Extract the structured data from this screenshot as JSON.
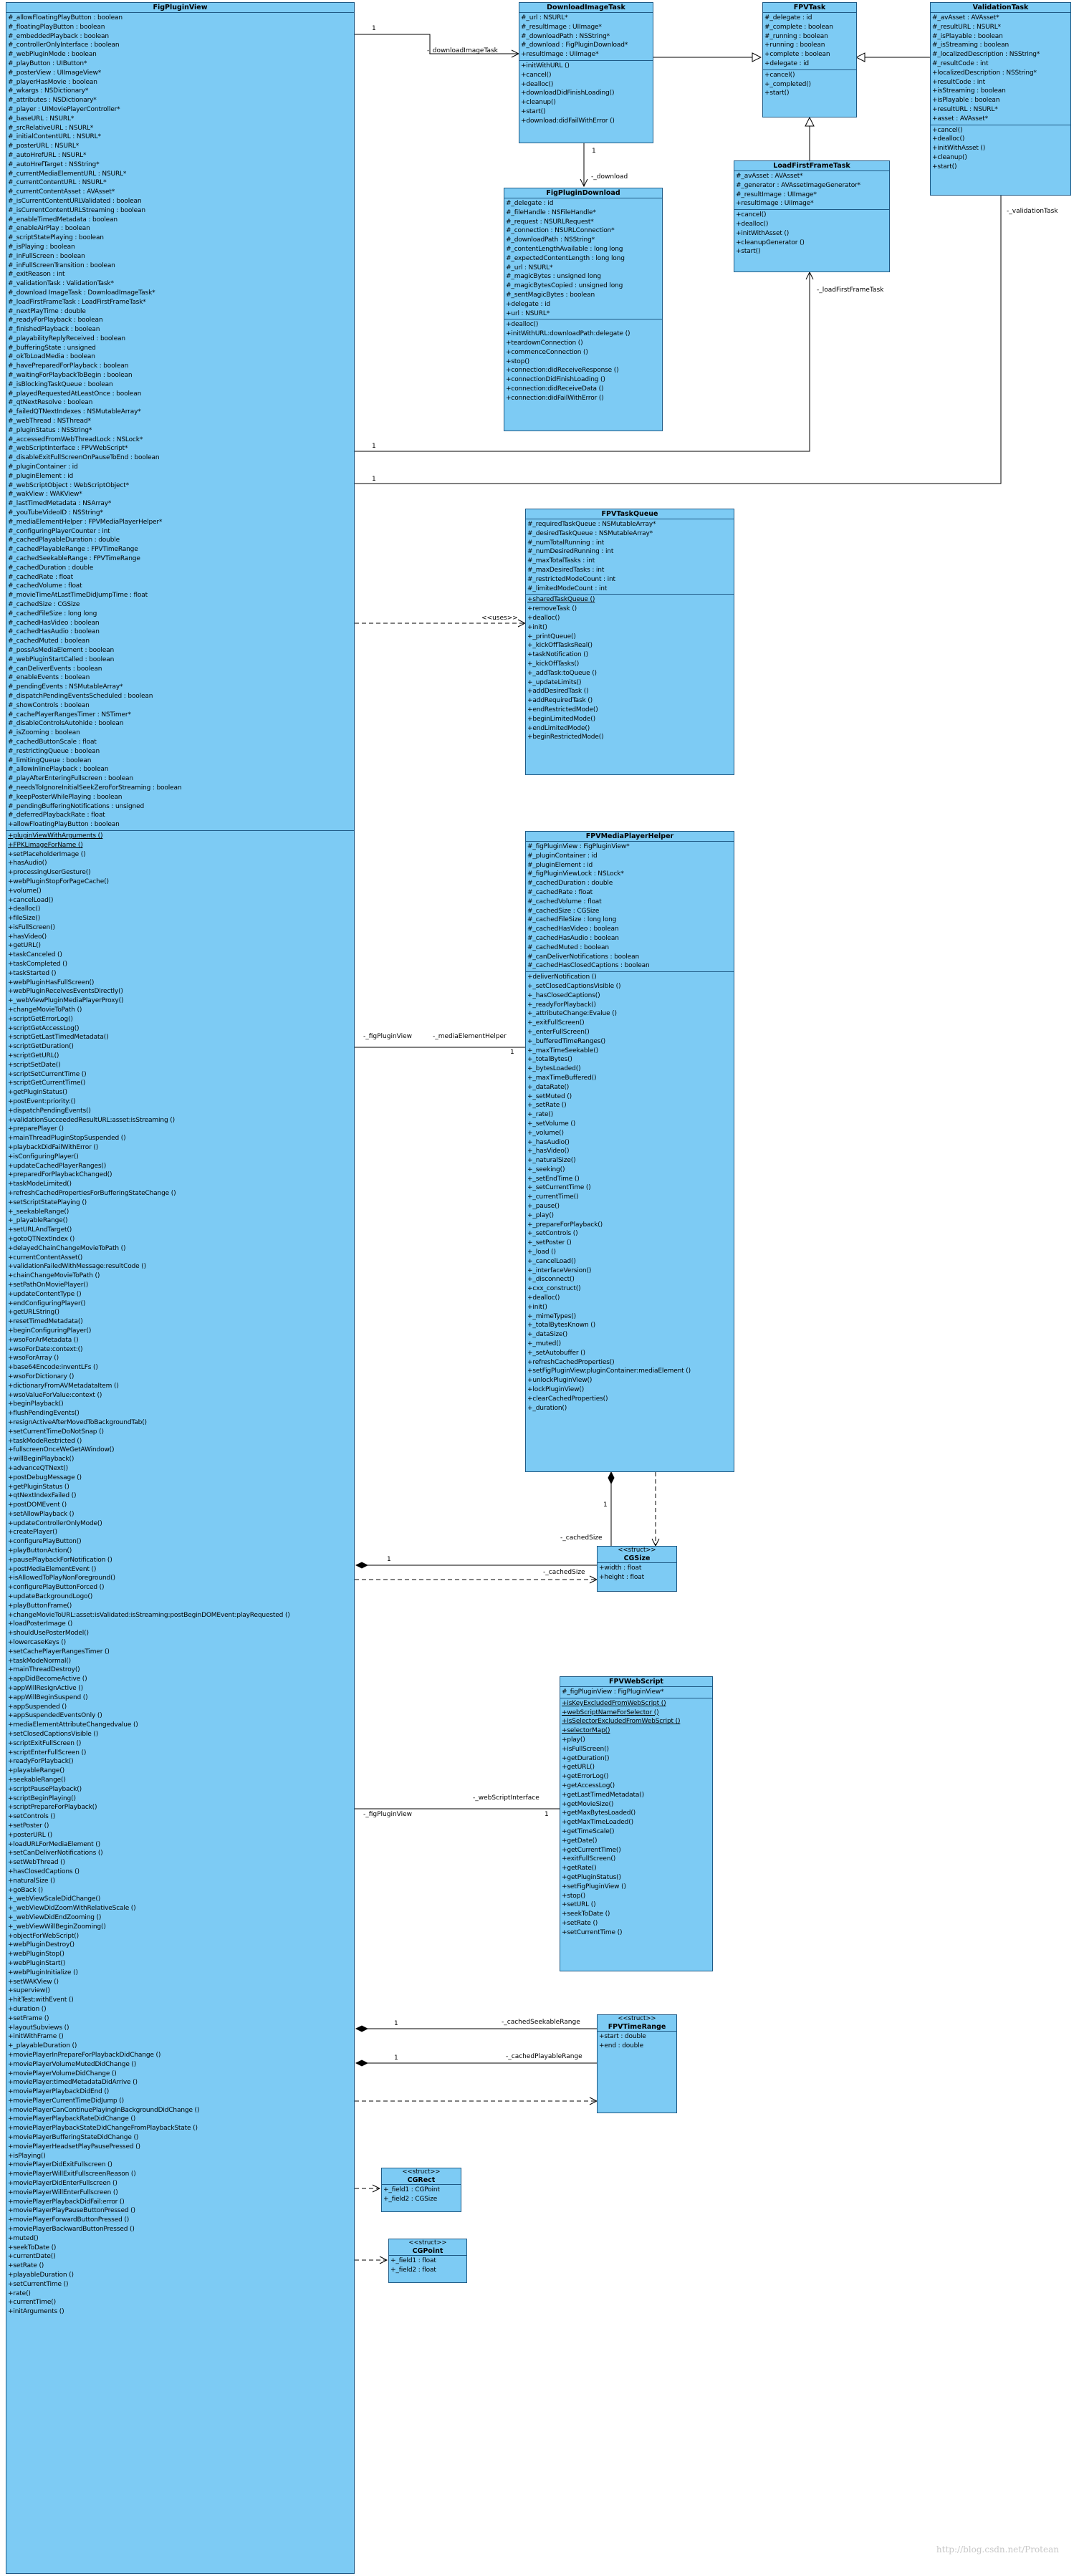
{
  "watermark": "http://blog.csdn.net/Protean",
  "classes": {
    "FigPluginView": {
      "title": "FigPluginView",
      "attributes": [
        "#_allowFloatingPlayButton : boolean",
        "#_floatingPlayButton : boolean",
        "#_embeddedPlayback : boolean",
        "#_controllerOnlyInterface : boolean",
        "#_webPluginMode : boolean",
        "#_playButton : UIButton*",
        "#_posterView : UIImageView*",
        "#_playerHasMovie : boolean",
        "#_wkargs : NSDictionary*",
        "#_attributes : NSDictionary*",
        "#_player : UIMoviePlayerController*",
        "#_baseURL : NSURL*",
        "#_srcRelativeURL : NSURL*",
        "#_initialContentURL : NSURL*",
        "#_posterURL : NSURL*",
        "#_autoHrefURL : NSURL*",
        "#_autoHrefTarget : NSString*",
        "#_currentMediaElementURL : NSURL*",
        "#_currentContentURL : NSURL*",
        "#_currentContentAsset : AVAsset*",
        "#_isCurrentContentURLValidated : boolean",
        "#_isCurrentContentURLStreaming : boolean",
        "#_enableTimedMetadata : boolean",
        "#_enableAirPlay : boolean",
        "#_scriptStatePlaying : boolean",
        "#_isPlaying : boolean",
        "#_inFullScreen : boolean",
        "#_inFullScreenTransition : boolean",
        "#_exitReason : int",
        "#_validationTask : ValidationTask*",
        "#_download ImageTask : DownloadImageTask*",
        "#_loadFirstFrameTask : LoadFirstFrameTask*",
        "#_nextPlayTime : double",
        "#_readyForPlayback : boolean",
        "#_finishedPlayback : boolean",
        "#_playabilityReplyReceived : boolean",
        "#_bufferingState : unsigned",
        "#_okToLoadMedia : boolean",
        "#_havePreparedForPlayback : boolean",
        "#_waitingForPlaybackToBegin : boolean",
        "#_isBlockingTaskQueue : boolean",
        "#_playedRequestedAtLeastOnce : boolean",
        "#_qtNextResolve : boolean",
        "#_failedQTNextIndexes : NSMutableArray*",
        "#_webThread : NSThread*",
        "#_pluginStatus : NSString*",
        "#_accessedFromWebThreadLock : NSLock*",
        "#_webScriptInterface : FPVWebScript*",
        "#_disableExitFullScreenOnPauseToEnd : boolean",
        "#_pluginContainer : id",
        "#_pluginElement : id",
        "#_webScriptObject : WebScriptObject*",
        "#_wakView : WAKView*",
        "#_lastTimedMetadata : NSArray*",
        "#_youTubeVideoID : NSString*",
        "#_mediaElementHelper : FPVMediaPlayerHelper*",
        "#_configuringPlayerCounter : int",
        "#_cachedPlayableDuration : double",
        "#_cachedPlayableRange : FPVTimeRange",
        "#_cachedSeekableRange : FPVTimeRange",
        "#_cachedDuration : double",
        "#_cachedRate : float",
        "#_cachedVolume : float",
        "#_movieTimeAtLastTimeDidJumpTime : float",
        "#_cachedSize : CGSize",
        "#_cachedFileSize : long long",
        "#_cachedHasVideo : boolean",
        "#_cachedHasAudio : boolean",
        "#_cachedMuted : boolean",
        "#_possAsMediaElement : boolean",
        "#_webPluginStartCalled : boolean",
        "#_canDeliverEvents : boolean",
        "#_enableEvents : boolean",
        "#_pendingEvents : NSMutableArray*",
        "#_dispatchPendingEventsScheduled : boolean",
        "#_showControls : boolean",
        "#_cachePlayerRangesTimer : NSTimer*",
        "#_disableControlsAutohide : boolean",
        "#_isZooming : boolean",
        "#_cachedButtonScale : float",
        "#_restrictingQueue : boolean",
        "#_limitingQueue : boolean",
        "#_allowInlinePlayback : boolean",
        "#_playAfterEnteringFullscreen : boolean",
        "#_needsToIgnoreInitialSeekZeroForStreaming : boolean",
        "#_keepPosterWhilePlaying : boolean",
        "#_pendingBufferingNotifications : unsigned",
        "#_deferredPlaybackRate : float",
        "+allowFloatingPlayButton : boolean"
      ],
      "static_methods": [
        "+pluginViewWithArguments ()",
        "+FPKLimageForName ()"
      ],
      "methods": [
        "+setPlaceholderImage ()",
        "+hasAudio()",
        "+processingUserGesture()",
        "+webPluginStopForPageCache()",
        "+volume()",
        "+cancelLoad()",
        "+dealloc()",
        "+fileSize()",
        "+isFullScreen()",
        "+hasVideo()",
        "+getURL()",
        "+taskCanceled ()",
        "+taskCompleted ()",
        "+taskStarted ()",
        "+webPluginHasFullScreen()",
        "+webPluginReceivesEventsDirectly()",
        "+_webViewPluginMediaPlayerProxy()",
        "+changeMovieToPath ()",
        "+scriptGetErrorLog()",
        "+scriptGetAccessLog()",
        "+scriptGetLastTimedMetadata()",
        "+scriptGetDuration()",
        "+scriptGetURL()",
        "+scriptSetDate()",
        "+scriptSetCurrentTime ()",
        "+scriptGetCurrentTime()",
        "+getPluginStatus()",
        "+postEvent:priority:()",
        "+dispatchPendingEvents()",
        "+validationSucceededResultURL:asset:isStreaming ()",
        "+preparePlayer ()",
        "+mainThreadPluginStopSuspended ()",
        "+playbackDidFailWithError ()",
        "+isConfiguringPlayer()",
        "+updateCachedPlayerRanges()",
        "+preparedForPlaybackChanged()",
        "+taskModeLimited()",
        "+refreshCachedPropertiesForBufferingStateChange ()",
        "+setScriptStatePlaying ()",
        "+_seekableRange()",
        "+_playableRange()",
        "+setURLAndTarget()",
        "+gotoQTNextIndex ()",
        "+delayedChainChangeMovieToPath ()",
        "+currentContentAsset()",
        "+validationFailedWithMessage:resultCode ()",
        "+chainChangeMovieToPath ()",
        "+setPathOnMoviePlayer()",
        "+updateContentType ()",
        "+endConfiguringPlayer()",
        "+getURLString()",
        "+resetTimedMetadata()",
        "+beginConfiguringPlayer()",
        "+wsoForArMetadata ()",
        "+wsoForDate:context:()",
        "+wsoForArray ()",
        "+base64Encode:inventLFs ()",
        "+wsoForDictionary ()",
        "+dictionaryFromAVMetadataItem ()",
        "+wsoValueForValue:context ()",
        "+beginPlayback()",
        "+flushPendingEvents()",
        "+resignActiveAfterMovedToBackgroundTab()",
        "+setCurrentTimeDoNotSnap ()",
        "+taskModeRestricted ()",
        "+fullscreenOnceWeGetAWindow()",
        "+willBeginPlayback()",
        "+advanceQTNext()",
        "+postDebugMessage ()",
        "+getPluginStatus ()",
        "+qtNextIndexFailed ()",
        "+postDOMEvent ()",
        "+setAllowPlayback ()",
        "+updateControllerOnlyMode()",
        "+createPlayer()",
        "+configurePlayButton()",
        "+playButtonAction()",
        "+pausePlaybackForNotification ()",
        "+postMediaElementEvent ()",
        "+isAllowedToPlayNonForeground()",
        "+configurePlayButtonForced ()",
        "+updateBackgroundLogo()",
        "+playButtonFrame()",
        "+changeMovieToURL:asset:isValidated:isStreaming:postBeginDOMEvent:playRequested ()",
        "+loadPosterImage ()",
        "+shouldUsePosterModel()",
        "+lowercaseKeys ()",
        "+setCachePlayerRangesTimer ()",
        "+taskModeNormal()",
        "+mainThreadDestroy()",
        "+appDidBecomeActive ()",
        "+appWillResignActive ()",
        "+appWillBeginSuspend ()",
        "+appSuspended ()",
        "+appSuspendedEventsOnly ()",
        "+mediaElementAttributeChangedvalue ()",
        "+setClosedCaptionsVisible ()",
        "+scriptExitFullScreen ()",
        "+scriptEnterFullScreen ()",
        "+readyForPlayback()",
        "+playableRange()",
        "+seekableRange()",
        "+scriptPausePlayback()",
        "+scriptBeginPlaying()",
        "+scriptPrepareForPlayback()",
        "+setControls ()",
        "+setPoster ()",
        "+posterURL ()",
        "+loadURLForMediaElement ()",
        "+setCanDeliverNotifications ()",
        "+setWebThread ()",
        "+hasClosedCaptions ()",
        "+naturalSize ()",
        "+goBack ()",
        "+_webViewScaleDidChange()",
        "+_webViewDidZoomWithRelativeScale ()",
        "+_webViewDidEndZooming ()",
        "+_webViewWillBeginZooming()",
        "+objectForWebScript()",
        "+webPluginDestroy()",
        "+webPluginStop()",
        "+webPluginStart()",
        "+webPluginInitialize ()",
        "+setWAKView ()",
        "+superview()",
        "+hitTest:withEvent ()",
        "+duration ()",
        "+setFrame ()",
        "+layoutSubviews ()",
        "+initWithFrame ()",
        "+_playableDuration ()",
        "+moviePlayerInPrepareForPlaybackDidChange ()",
        "+moviePlayerVolumeMutedDidChange ()",
        "+moviePlayerVolumeDidChange ()",
        "+moviePlayer:timedMetadataDidArrive ()",
        "+moviePlayerPlaybackDidEnd ()",
        "+moviePlayerCurrentTimeDidJump ()",
        "+moviePlayerCanContinuePlayingInBackgroundDidChange ()",
        "+moviePlayerPlaybackRateDidChange ()",
        "+moviePlayerPlaybackStateDidChangeFromPlaybackState ()",
        "+moviePlayerBufferingStateDidChange ()",
        "+moviePlayerHeadsetPlayPausePressed ()",
        "+isPlaying()",
        "+moviePlayerDidExitFullscreen ()",
        "+moviePlayerWillExitFullscreenReason ()",
        "+moviePlayerDidEnterFullscreen ()",
        "+moviePlayerWillEnterFullscreen ()",
        "+moviePlayerPlaybackDidFail:error ()",
        "+moviePlayerPlayPauseButtonPressed ()",
        "+moviePlayerForwardButtonPressed ()",
        "+moviePlayerBackwardButtonPressed ()",
        "+muted()",
        "+seekToDate ()",
        "+currentDate()",
        "+setRate ()",
        "+playableDuration ()",
        "+setCurrentTime ()",
        "+rate()",
        "+currentTime()",
        "+initArguments ()"
      ]
    },
    "DownloadImageTask": {
      "title": "DownloadImageTask",
      "attributes": [
        "#_url : NSURL*",
        "#_resultImage : UIImage*",
        "#_downloadPath : NSString*",
        "#_download : FigPluginDownload*",
        "+resultImage : UIImage*"
      ],
      "methods": [
        "+initWithURL ()",
        "+cancel()",
        "+dealloc()",
        "+downloadDidFinishLoading()",
        "+cleanup()",
        "+start()",
        "+download:didFailWithError ()"
      ]
    },
    "FPVTask": {
      "title": "FPVTask",
      "attributes": [
        "#_delegate : id",
        "#_complete : boolean",
        "#_running : boolean",
        "+running : boolean",
        "+complete : boolean",
        "+delegate : id"
      ],
      "methods": [
        "+cancel()",
        "+_completed()",
        "+start()"
      ]
    },
    "ValidationTask": {
      "title": "ValidationTask",
      "attributes": [
        "#_avAsset : AVAsset*",
        "#_resultURL : NSURL*",
        "#_isPlayable : boolean",
        "#_isStreaming : boolean",
        "#_localizedDescription : NSString*",
        "#_resultCode : int",
        "+localizedDescription : NSString*",
        "+resultCode : int",
        "+isStreaming : boolean",
        "+isPlayable : boolean",
        "+resultURL : NSURL*",
        "+asset : AVAsset*"
      ],
      "methods": [
        "+cancel()",
        "+dealloc()",
        "+initWithAsset ()",
        "+cleanup()",
        "+start()"
      ]
    },
    "LoadFirstFrameTask": {
      "title": "LoadFirstFrameTask",
      "attributes": [
        "#_avAsset : AVAsset*",
        "#_generator : AVAssetImageGenerator*",
        "#_resultImage : UIImage*",
        "+resultImage : UIImage*"
      ],
      "methods": [
        "+cancel()",
        "+dealloc()",
        "+initWithAsset ()",
        "+cleanupGenerator ()",
        "+start()"
      ]
    },
    "FigPluginDownload": {
      "title": "FigPluginDownload",
      "attributes": [
        "#_delegate : id",
        "#_fileHandle : NSFileHandle*",
        "#_request : NSURLRequest*",
        "#_connection : NSURLConnection*",
        "#_downloadPath : NSString*",
        "#_contentLengthAvailable : long long",
        "#_expectedContentLength : long long",
        "#_url : NSURL*",
        "#_magicBytes : unsigned long",
        "#_magicBytesCopied : unsigned long",
        "#_sentMagicBytes : boolean",
        "+delegate : id",
        "+url : NSURL*"
      ],
      "methods": [
        "+dealloc()",
        "+initWithURL:downloadPath:delegate ()",
        "+teardownConnection ()",
        "+commenceConnection ()",
        "+stop()",
        "+connection:didReceiveResponse ()",
        "+connectionDidFinishLoading ()",
        "+connection:didReceiveData ()",
        "+connection:didFailWithError ()"
      ]
    },
    "FPVTaskQueue": {
      "title": "FPVTaskQueue",
      "attributes": [
        "#_requiredTaskQueue : NSMutableArray*",
        "#_desiredTaskQueue : NSMutableArray*",
        "#_numTotalRunning : int",
        "#_numDesiredRunning : int",
        "#_maxTotalTasks : int",
        "#_maxDesiredTasks : int",
        "#_restrictedModeCount : int",
        "#_limitedModeCount : int"
      ],
      "static_methods": [
        "+sharedTaskQueue ()"
      ],
      "methods": [
        "+removeTask ()",
        "+dealloc()",
        "+init()",
        "+_printQueue()",
        "+_kickOffTasksReal()",
        "+taskNotification ()",
        "+_kickOffTasks()",
        "+_addTask:toQueue ()",
        "+_updateLimits()",
        "+addDesiredTask ()",
        "+addRequiredTask ()",
        "+endRestrictedMode()",
        "+beginLimitedMode()",
        "+endLimitedMode()",
        "+beginRestrictedMode()"
      ]
    },
    "FPVMediaPlayerHelper": {
      "title": "FPVMediaPlayerHelper",
      "attributes": [
        "#_figPluginView : FigPluginView*",
        "#_pluginContainer : id",
        "#_pluginElement : id",
        "#_figPluginViewLock : NSLock*",
        "#_cachedDuration : double",
        "#_cachedRate : float",
        "#_cachedVolume : float",
        "#_cachedSize : CGSize",
        "#_cachedFileSize : long long",
        "#_cachedHasVideo : boolean",
        "#_cachedHasAudio : boolean",
        "#_cachedMuted : boolean",
        "#_canDeliverNotifications : boolean",
        "#_cachedHasClosedCaptions : boolean"
      ],
      "methods": [
        "+deliverNotification ()",
        "+_setClosedCaptionsVisible ()",
        "+_hasClosedCaptions()",
        "+_readyForPlayback()",
        "+_attributeChange:Evalue ()",
        "+_exitFullScreen()",
        "+_enterFullScreen()",
        "+_bufferedTimeRanges()",
        "+_maxTimeSeekable()",
        "+_totalBytes()",
        "+_bytesLoaded()",
        "+_maxTimeBuffered()",
        "+_dataRate()",
        "+_setMuted ()",
        "+_setRate ()",
        "+_rate()",
        "+_setVolume ()",
        "+_volume()",
        "+_hasAudio()",
        "+_hasVideo()",
        "+_naturalSize()",
        "+_seeking()",
        "+_setEndTime ()",
        "+_setCurrentTime ()",
        "+_currentTime()",
        "+_pause()",
        "+_play()",
        "+_prepareForPlayback()",
        "+_setControls ()",
        "+_setPoster ()",
        "+_load ()",
        "+_cancelLoad()",
        "+_interfaceVersion()",
        "+_disconnect()",
        "+cxx_construct()",
        "+dealloc()",
        "+init()",
        "+_mimeTypes()",
        "+_totalBytesKnown ()",
        "+_dataSize()",
        "+_muted()",
        "+_setAutobuffer ()",
        "+refreshCachedProperties()",
        "+setFigPluginView:pluginContainer:mediaElement ()",
        "+unlockPluginView()",
        "+lockPluginView()",
        "+clearCachedProperties()",
        "+_duration()"
      ]
    },
    "CGSize": {
      "stereotype": "<<struct>>",
      "title": "CGSize",
      "attributes": [
        "+width : float",
        "+height : float"
      ]
    },
    "FPVWebScript": {
      "title": "FPVWebScript",
      "attributes": [
        "#_figPluginView : FigPluginView*"
      ],
      "static_methods": [
        "+isKeyExcludedFromWebScript ()",
        "+webScriptNameForSelector ()",
        "+isSelectorExcludedFromWebScript ()",
        "+selectorMap()"
      ],
      "methods": [
        "+play()",
        "+isFullScreen()",
        "+getDuration()",
        "+getURL()",
        "+getErrorLog()",
        "+getAccessLog()",
        "+getLastTimedMetadata()",
        "+getMovieSize()",
        "+getMaxBytesLoaded()",
        "+getMaxTimeLoaded()",
        "+getTimeScale()",
        "+getDate()",
        "+getCurrentTime()",
        "+exitFullScreen()",
        "+getRate()",
        "+getPluginStatus()",
        "+setFigPluginView ()",
        "+stop()",
        "+setURL ()",
        "+seekToDate ()",
        "+setRate ()",
        "+setCurrentTime ()"
      ]
    },
    "FPVTimeRange": {
      "stereotype": "<<struct>>",
      "title": "FPVTimeRange",
      "attributes": [
        "+start : double",
        "+end : double"
      ]
    },
    "CGRect": {
      "stereotype": "<<struct>>",
      "title": "CGRect",
      "attributes": [
        "+_field1 : CGPoint",
        "+_field2 : CGSize"
      ]
    },
    "CGPoint": {
      "stereotype": "<<struct>>",
      "title": "CGPoint",
      "attributes": [
        "+_field1 : float",
        "+_field2 : float"
      ]
    }
  },
  "labels": {
    "download_image_task_role": "-_downloadImageTask",
    "download_image_task_mult": "1",
    "download_role": "-_download",
    "download_mult": "1",
    "validation_task_role": "-_validationTask",
    "validation_mult": "1",
    "load_first_frame_role": "-_loadFirstFrameTask",
    "load_first_frame_mult": "1",
    "uses": "<<uses>>",
    "fig_plugin_view_role": "-_figPluginView",
    "media_element_helper_role": "-_mediaElementHelper",
    "media_element_helper_mult": "1",
    "helper_cached_size_role": "-_cachedSize",
    "helper_cached_size_mult": "1",
    "view_cached_size_role": "-_cachedSize",
    "view_cached_size_mult": "1",
    "fig_plugin_view_role_2": "-_figPluginView",
    "web_script_interface_role": "-_webScriptInterface",
    "web_script_interface_mult": "1",
    "cached_seekable_role": "-_cachedSeekableRange",
    "cached_seekable_mult": "1",
    "cached_playable_role": "-_cachedPlayableRange",
    "cached_playable_mult": "1"
  }
}
